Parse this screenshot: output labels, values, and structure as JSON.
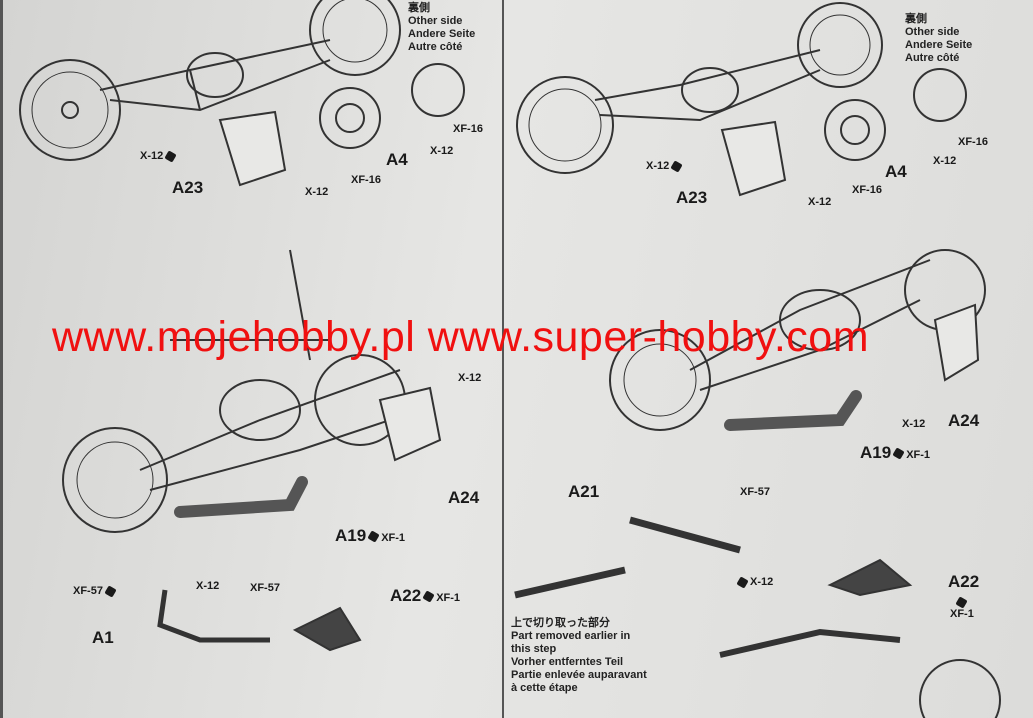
{
  "other_side": {
    "ja": "裏側",
    "en": "Other side",
    "de": "Andere Seite",
    "fr": "Autre côté"
  },
  "watermark": {
    "text1": "www.mojehobby.pl",
    "text2": "www.super-hobby.com",
    "color": "#f01010"
  },
  "labels": {
    "a23": "A23",
    "a4": "A4",
    "a24": "A24",
    "a19": "A19",
    "a1": "A1",
    "a22": "A22",
    "a21": "A21",
    "x12": "X-12",
    "xf16": "XF-16",
    "xf1": "XF-1",
    "xf57": "XF-57"
  },
  "note": {
    "ja": "上で切り取った部分",
    "en1": "Part removed earlier in",
    "en2": "this step",
    "de": "Vorher entferntes Teil",
    "fr1": "Partie enlevée auparavant",
    "fr2": "à cette étape"
  }
}
